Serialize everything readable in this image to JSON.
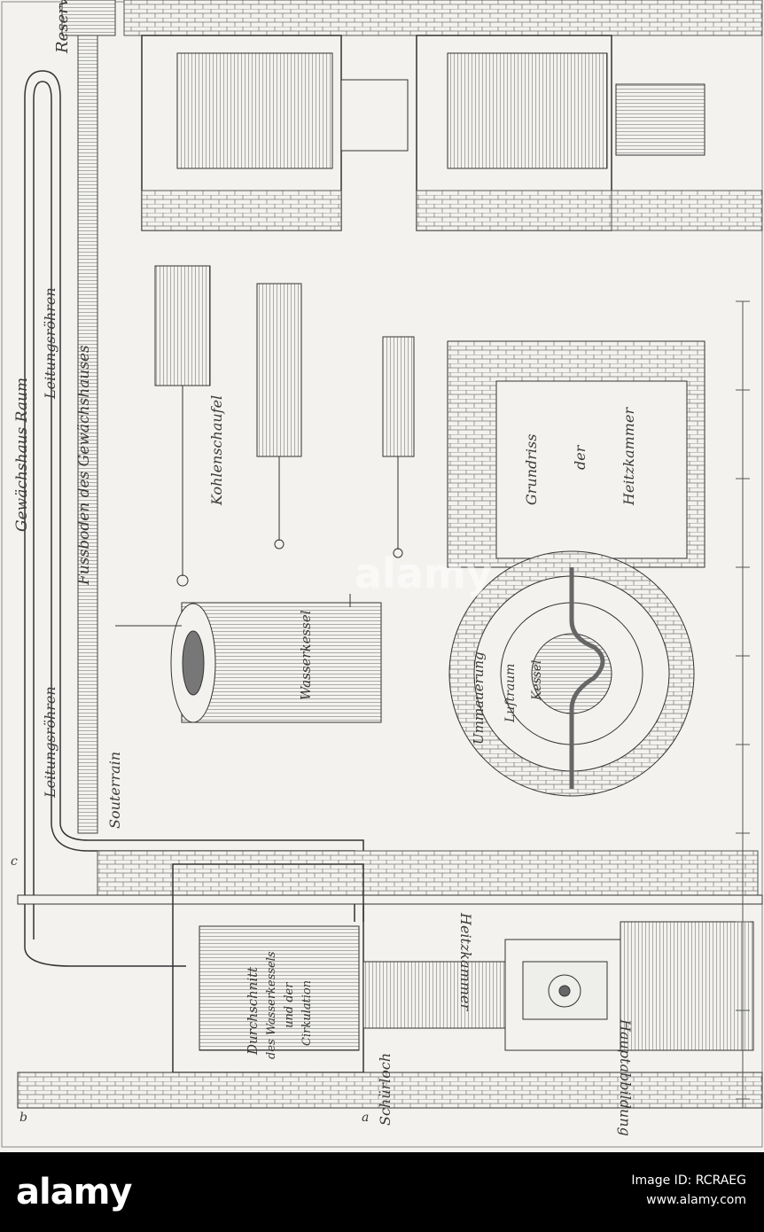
{
  "plate": {
    "labels": {
      "reservoir": "Reservoir",
      "gewaechshaus_raum": "Gewächshaus Raum",
      "fussboden": "Fussboden des Gewächshauses",
      "leitungsroehren_top": "Leitungsröhren",
      "leitungsroehren_bottom": "Leitungsröhren",
      "souterrain": "Souterrain",
      "kohlenschaufel": "Kohlenschaufel",
      "wasserkessel": "Wasserkessel",
      "grundriss": "Grundriss",
      "der": "der",
      "heitzkammer": "Heitzkammer",
      "ummauerung": "Ummauerung",
      "luftraum": "Luftraum",
      "kessel": "Kessel",
      "heitzkammer_section": "Heitzkammer",
      "durchschnitt_1": "Durchschnitt",
      "durchschnitt_2": "des Wasserkessels",
      "durchschnitt_3": "und der",
      "durchschnitt_4": "Cirkulation",
      "schuerloch": "Schürloch",
      "hauptabbildung": "Hauptabbildung",
      "letter_a": "a",
      "letter_b": "b",
      "letter_c": "c"
    }
  },
  "footer": {
    "logo": "alamy",
    "image_id_label": "Image ID: RCRAEG",
    "site": "www.alamy.com",
    "watermark": "alamy",
    "accent": "#000000"
  }
}
